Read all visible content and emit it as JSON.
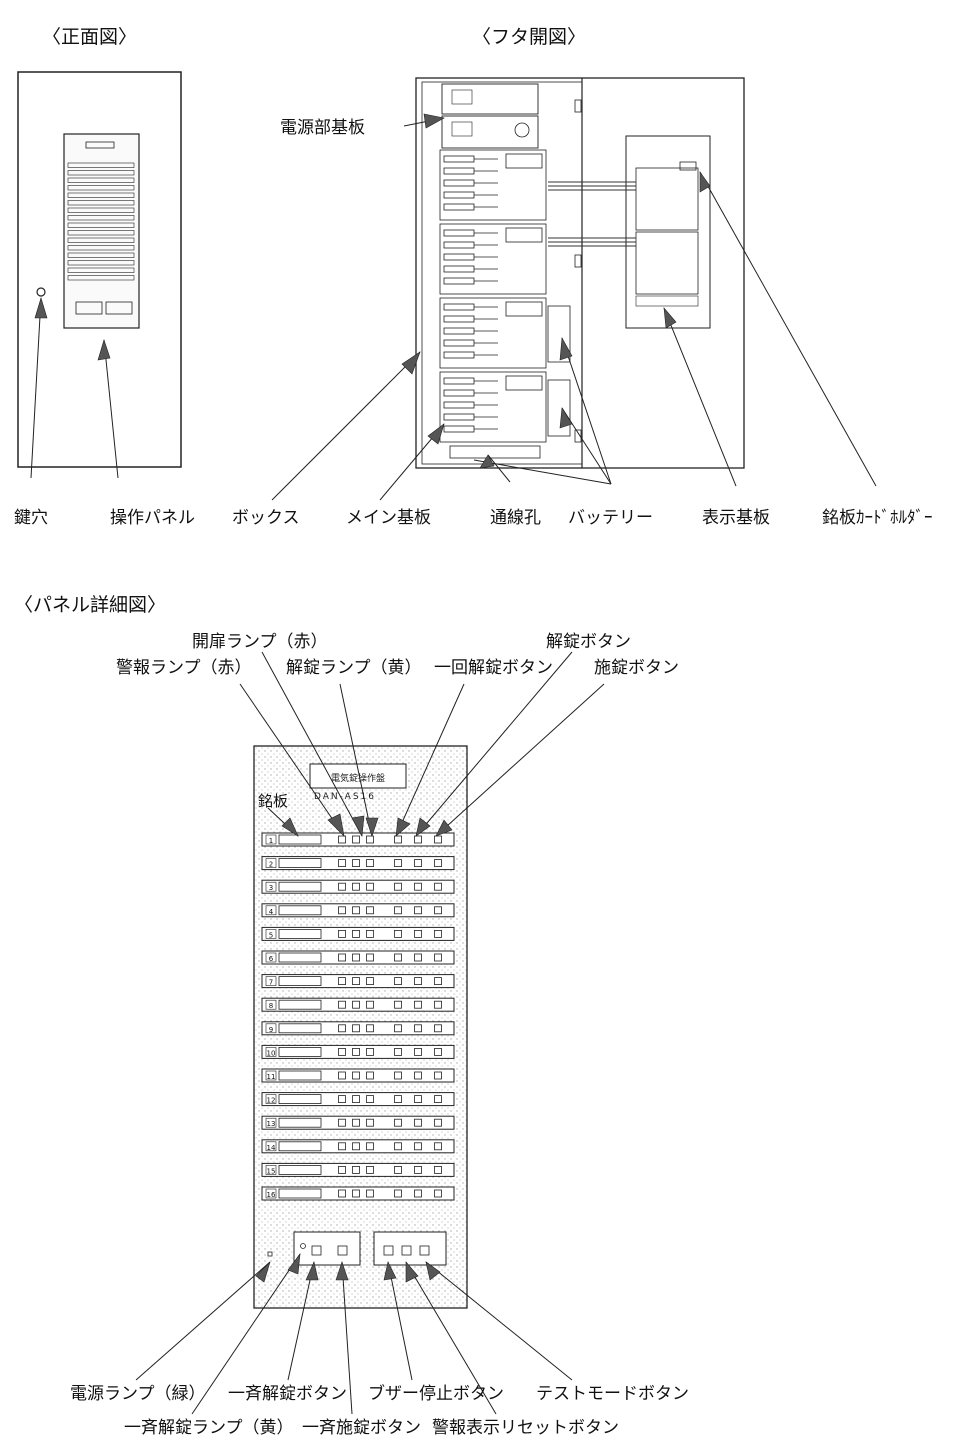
{
  "sections": {
    "front_view": "〈正面図〉",
    "open_view": "〈フタ開図〉",
    "panel_detail": "〈パネル詳細図〉"
  },
  "labels": {
    "power_board": "電源部基板",
    "keyhole": "鍵穴",
    "operation_panel": "操作パネル",
    "box": "ボックス",
    "main_board": "メイン基板",
    "wiring_hole": "通線孔",
    "battery": "バッテリー",
    "display_board": "表示基板",
    "nameplate_holder": "銘板ｶｰﾄﾞﾎﾙﾀﾞｰ",
    "door_open_lamp": "開扉ランプ（赤）",
    "alarm_lamp": "警報ランプ（赤）",
    "unlock_lamp": "解錠ランプ（黄）",
    "one_time_unlock": "一回解錠ボタン",
    "unlock_button": "解錠ボタン",
    "lock_button": "施錠ボタン",
    "nameplate": "銘板",
    "power_lamp": "電源ランプ（緑）",
    "all_unlock_button": "一斉解錠ボタン",
    "buzzer_stop": "ブザー停止ボタン",
    "test_mode": "テストモードボタン",
    "all_unlock_lamp": "一斉解錠ランプ（黄）",
    "all_lock_button": "一斉施錠ボタン",
    "alarm_reset": "警報表示リセットボタン"
  },
  "panel": {
    "title": "電気錠操作盤",
    "model": "DAN-AS16",
    "rows": [
      "1",
      "2",
      "3",
      "4",
      "5",
      "6",
      "7",
      "8",
      "9",
      "10",
      "11",
      "12",
      "13",
      "14",
      "15",
      "16"
    ]
  }
}
